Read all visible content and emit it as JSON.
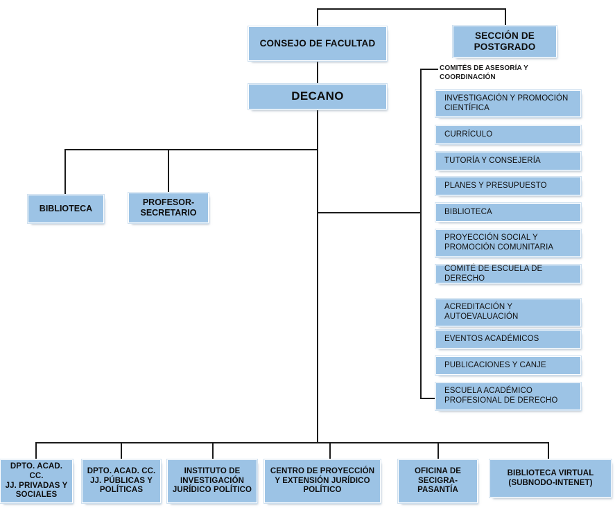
{
  "chart_data": {
    "type": "diagram",
    "title": "Organigrama de la Facultad de Derecho",
    "diagram_kind": "organizational-chart",
    "orientation": "top-down"
  },
  "theme": {
    "node_fill": "#9CC3E5",
    "node_border": "#FFFFFF",
    "line_color": "#1A1A1A",
    "text_color": "#0D0D0D",
    "background": "#FFFFFF"
  },
  "nodes": {
    "consejo": {
      "label": "CONSEJO DE FACULTAD"
    },
    "postgrado": {
      "label": "SECCIÓN DE\nPOSTGRADO"
    },
    "decano": {
      "label": "DECANO"
    },
    "biblioteca": {
      "label": "BIBLIOTECA"
    },
    "profesor_secretario": {
      "label": "PROFESOR-\nSECRETARIO"
    }
  },
  "committees": {
    "caption": "COMITÉS DE ASESORÍA Y\nCOORDINACIÓN",
    "items": [
      {
        "label": "INVESTIGACIÓN Y PROMOCIÓN\nCIENTÍFICA"
      },
      {
        "label": "CURRÍCULO"
      },
      {
        "label": "TUTORÍA Y CONSEJERÍA"
      },
      {
        "label": "PLANES Y PRESUPUESTO"
      },
      {
        "label": "BIBLIOTECA"
      },
      {
        "label": "PROYECCIÓN SOCIAL Y\nPROMOCIÓN COMUNITARIA"
      },
      {
        "label": "COMITÉ DE ESCUELA DE DERECHO"
      },
      {
        "label": "ACREDITACIÓN Y\nAUTOEVALUACIÓN"
      },
      {
        "label": "EVENTOS ACADÉMICOS"
      },
      {
        "label": "PUBLICACIONES Y CANJE"
      },
      {
        "label": "ESCUELA ACADÉMICO\nPROFESIONAL DE DERECHO"
      }
    ]
  },
  "units": {
    "items": [
      {
        "label": "DPTO. ACAD. CC.\nJJ. PRIVADAS Y\nSOCIALES"
      },
      {
        "label": "DPTO. ACAD. CC.\nJJ. PÚBLICAS Y\nPOLÍTICAS"
      },
      {
        "label": "INSTITUTO DE\nINVESTIGACIÓN\nJURÍDICO POLÍTICO"
      },
      {
        "label": "CENTRO DE PROYECCIÓN\nY EXTENSIÓN JURÍDICO\nPOLÍTICO"
      },
      {
        "label": "OFICINA DE\nSECIGRA-\nPASANTÍA"
      },
      {
        "label": "BIBLIOTECA VIRTUAL\n(SUBNODO-INTENET)"
      }
    ]
  }
}
